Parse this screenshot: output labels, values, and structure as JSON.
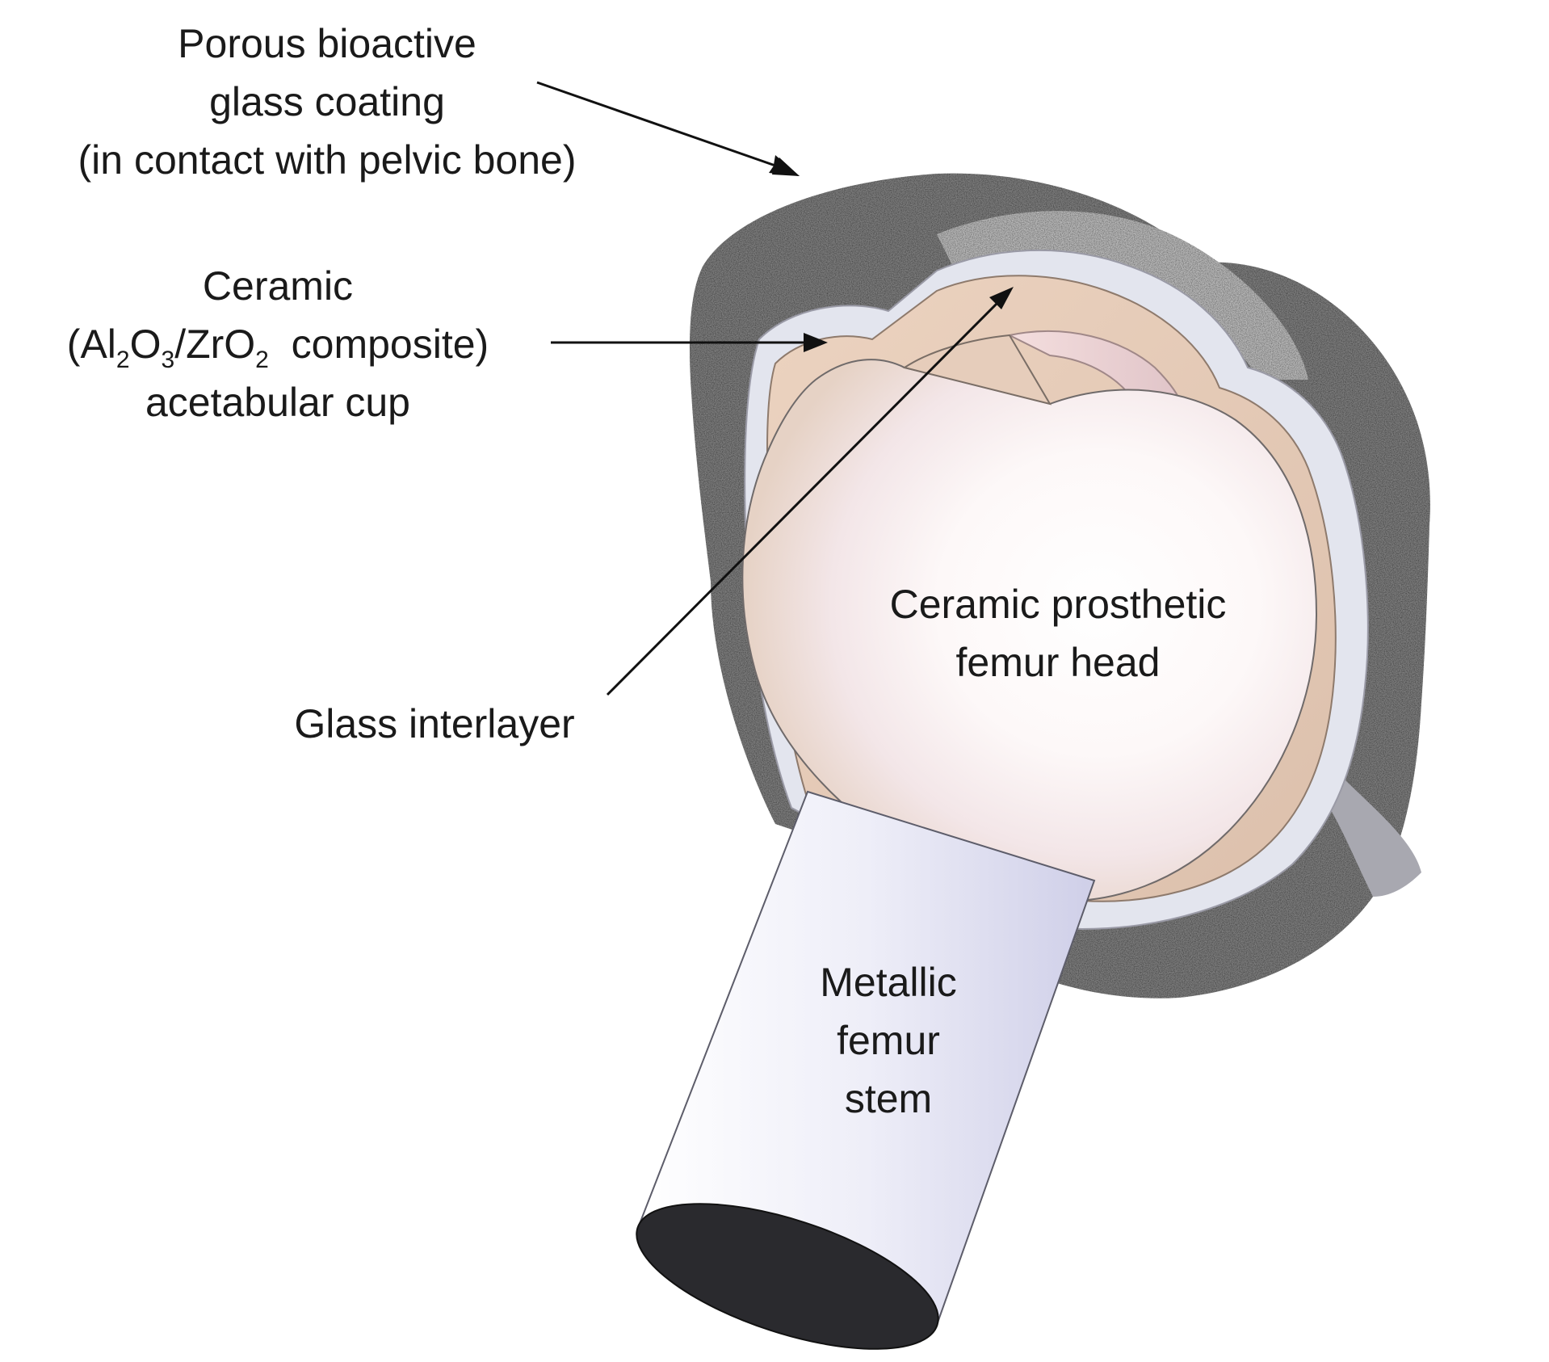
{
  "labels": {
    "coating": {
      "line1": "Porous bioactive",
      "line2": "glass coating",
      "line3": "(in contact with pelvic bone)"
    },
    "cup": {
      "line1": "Ceramic",
      "line2_pre": "(Al",
      "line2_sub1": "2",
      "line2_mid1": "O",
      "line2_sub2": "3",
      "line2_mid2": "/ZrO",
      "line2_sub3": "2",
      "line2_post": "  composite)",
      "line3": "acetabular cup"
    },
    "interlayer": {
      "line1": "Glass interlayer"
    },
    "head": {
      "line1": "Ceramic prosthetic",
      "line2": "femur head"
    },
    "stem": {
      "line1": "Metallic",
      "line2": "femur",
      "line3": "stem"
    }
  },
  "colors": {
    "porous_coating": "#7d7d7d",
    "porous_coating_cut": "#b4b4b4",
    "glass_interlayer": "#e3e5ee",
    "ceramic_cup": "#e8cdb8",
    "femur_head": "#fbf3ee",
    "femur_stem": "#e9e9f6",
    "stem_end": "#2a2a2e",
    "arrow": "#111111"
  }
}
